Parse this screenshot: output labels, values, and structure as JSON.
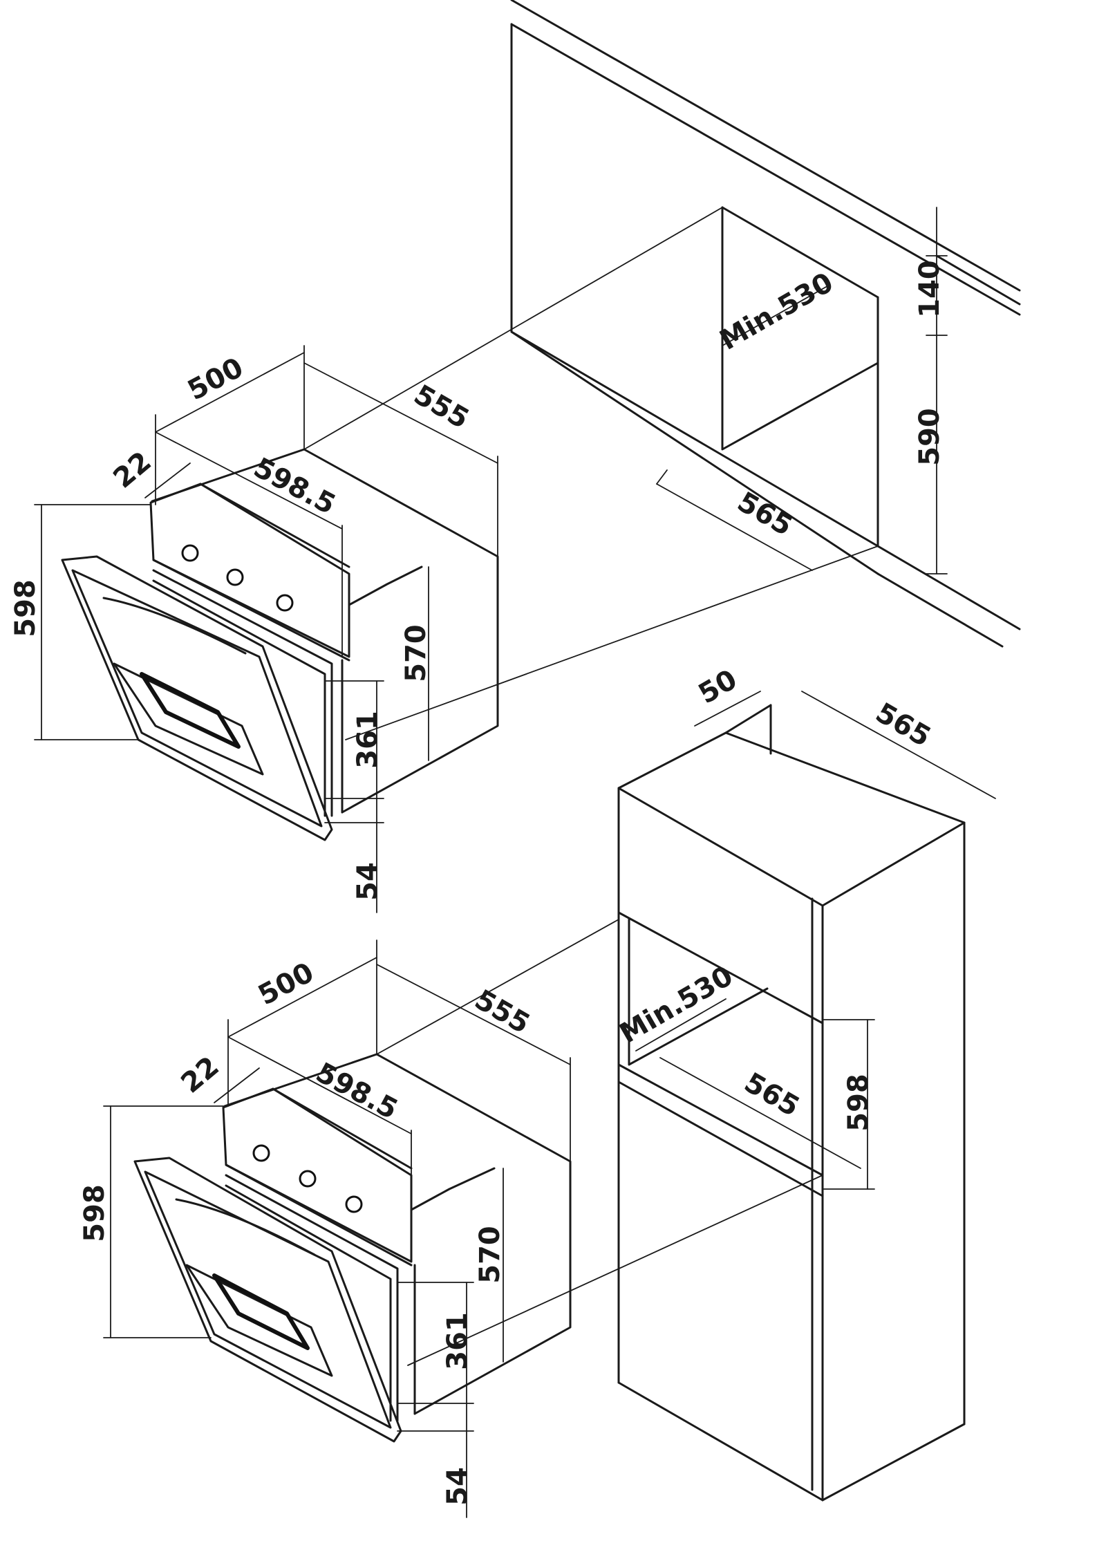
{
  "installation_top": {
    "wall_cabinet": {
      "top_gap": "140",
      "opening_height": "590",
      "opening_depth": "565",
      "opening_width": "Min.530"
    },
    "oven": {
      "width": "598.5",
      "depth": "555",
      "depth_inner": "500",
      "front_thickness": "22",
      "height": "598",
      "body_height": "570",
      "door_height": "361",
      "bottom_gap": "54"
    }
  },
  "installation_bottom": {
    "tall_cabinet": {
      "top_offset": "50",
      "top_depth": "565",
      "opening_width": "Min.530",
      "opening_depth": "565",
      "opening_height": "598"
    },
    "oven": {
      "width": "598.5",
      "depth": "555",
      "depth_inner": "500",
      "front_thickness": "22",
      "height": "598",
      "body_height": "570",
      "door_height": "361",
      "bottom_gap": "54"
    }
  }
}
